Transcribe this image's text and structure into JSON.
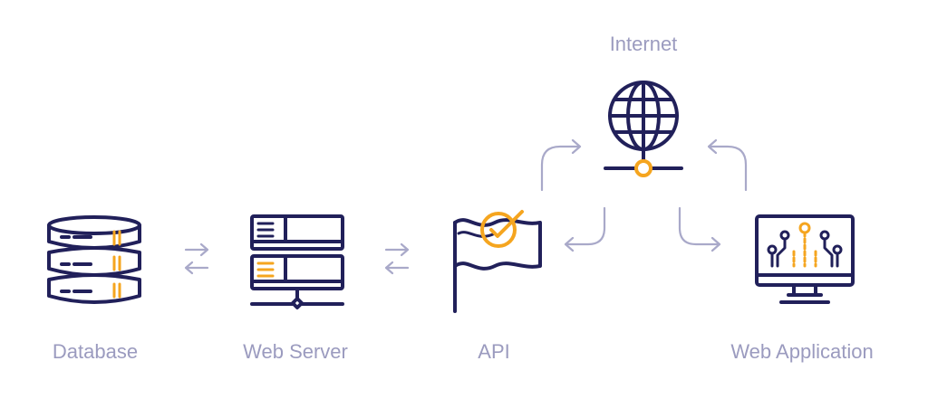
{
  "nodes": {
    "database": {
      "label": "Database"
    },
    "web_server": {
      "label": "Web Server"
    },
    "api": {
      "label": "API"
    },
    "internet": {
      "label": "Internet"
    },
    "web_application": {
      "label": "Web Application"
    }
  },
  "icons": {
    "database": "database-icon",
    "web_server": "server-icon",
    "api": "flag-check-icon",
    "internet": "globe-network-icon",
    "web_application": "monitor-circuit-icon"
  },
  "edges": [
    {
      "from": "Database",
      "to": "Web Server",
      "style": "bidirectional"
    },
    {
      "from": "Web Server",
      "to": "API",
      "style": "bidirectional"
    },
    {
      "from": "API",
      "to": "Internet",
      "style": "arrow"
    },
    {
      "from": "Internet",
      "to": "API",
      "style": "arrow"
    },
    {
      "from": "Internet",
      "to": "Web Application",
      "style": "arrow"
    },
    {
      "from": "Web Application",
      "to": "Internet",
      "style": "arrow"
    }
  ],
  "colors": {
    "ink": "#21205a",
    "accent": "#f5a51f",
    "arrow": "#a9a9c9",
    "label": "#9b9bbf"
  }
}
